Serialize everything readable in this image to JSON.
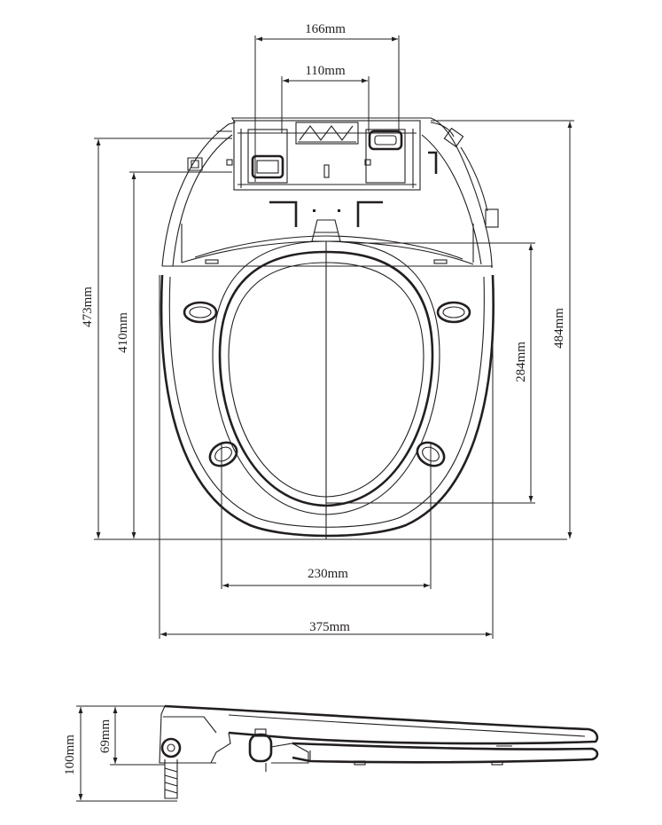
{
  "dimensions": {
    "d166": "166mm",
    "d110": "110mm",
    "d473": "473mm",
    "d410": "410mm",
    "d284": "284mm",
    "d484": "484mm",
    "d230": "230mm",
    "d375": "375mm",
    "d100": "100mm",
    "d69": "69mm"
  }
}
